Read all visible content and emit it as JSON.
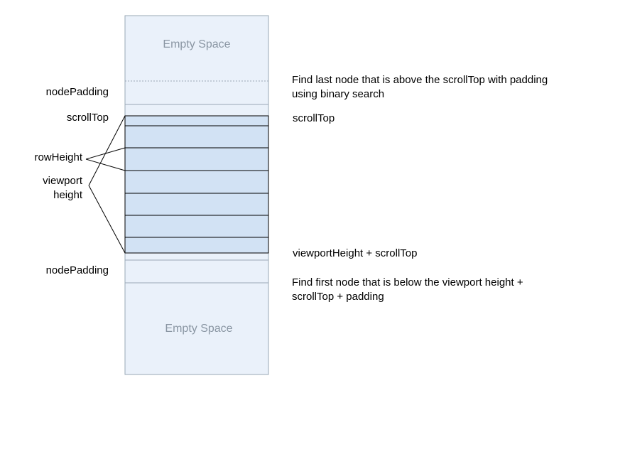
{
  "column": {
    "top_empty_label": "Empty Space",
    "bottom_empty_label": "Empty Space"
  },
  "left_labels": {
    "node_padding_top": "nodePadding",
    "scroll_top": "scrollTop",
    "row_height": "rowHeight",
    "viewport_height_line1": "viewport",
    "viewport_height_line2": "height",
    "node_padding_bottom": "nodePadding"
  },
  "right_labels": {
    "find_last_node_line1": "Find last node that is above the scrollTop with padding",
    "find_last_node_line2": "using binary search",
    "scroll_top": "scrollTop",
    "viewport_height_plus_scroll_top": "viewportHeight + scrollTop",
    "find_first_node_line1": "Find first node that is below the viewport height +",
    "find_first_node_line2": "scrollTop + padding"
  },
  "colors": {
    "empty_fill": "#eaf1fa",
    "empty_stroke": "#9aa8b6",
    "viewport_fill": "#d2e2f4",
    "viewport_stroke": "#000000",
    "empty_text": "#8a96a3"
  }
}
